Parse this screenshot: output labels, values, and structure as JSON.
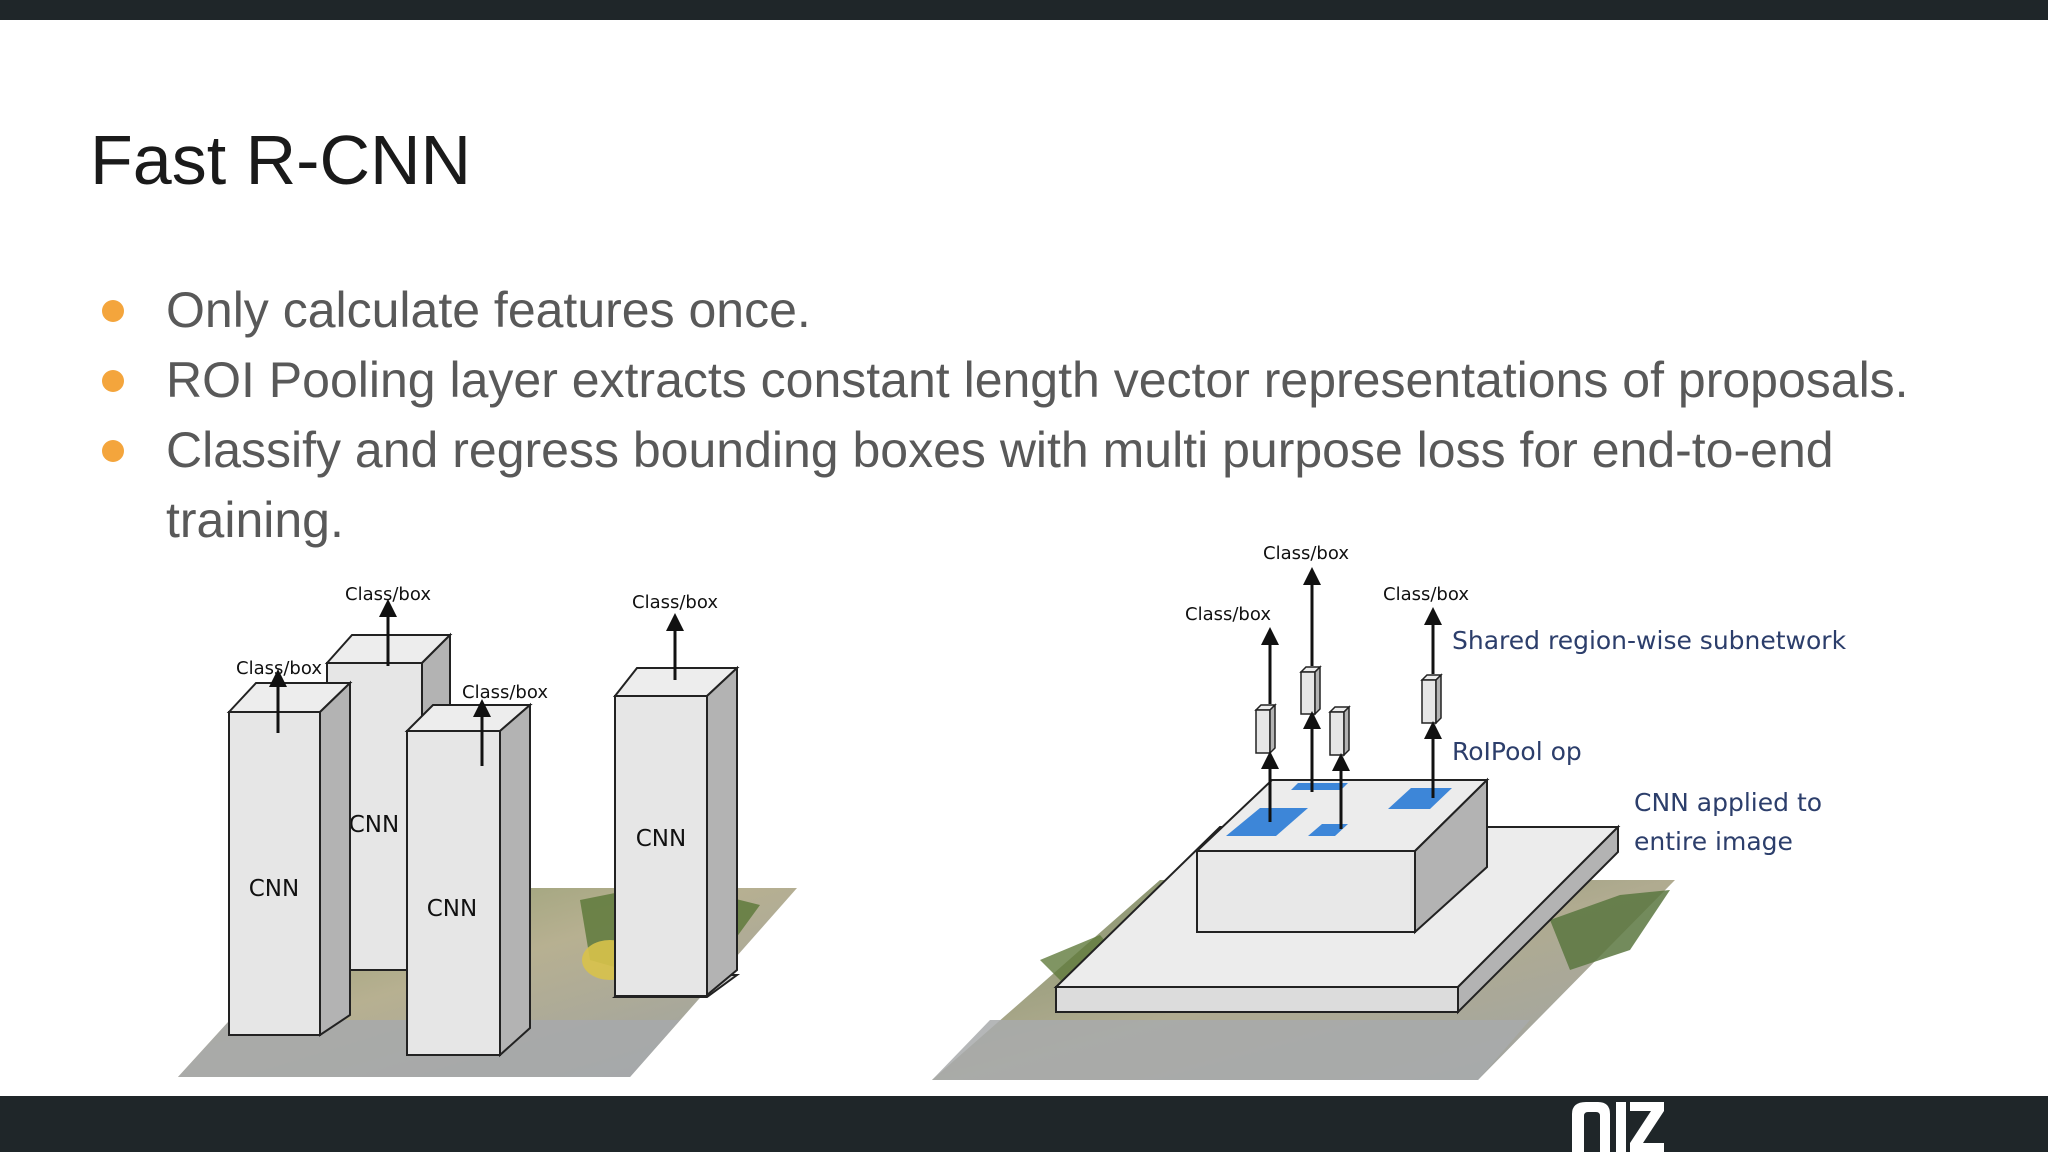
{
  "slide": {
    "title": "Fast R-CNN",
    "bullets": [
      "Only calculate features once.",
      "ROI Pooling layer extracts constant length vector representations of proposals.",
      "Classify and regress bounding boxes with multi purpose loss for end-to-end training."
    ]
  },
  "left_figure": {
    "cnn_labels": [
      "CNN",
      "CNN",
      "CNN",
      "CNN"
    ],
    "output_labels": [
      "Class/box",
      "Class/box",
      "Class/box",
      "Class/box"
    ]
  },
  "right_figure": {
    "output_labels": [
      "Class/box",
      "Class/box",
      "Class/box"
    ],
    "subnetwork_label": "Shared region-wise subnetwork",
    "roipool_label": "RoIPool op",
    "cnn_label_line1": "CNN applied to",
    "cnn_label_line2": "entire image"
  },
  "colors": {
    "bar": "#1f2629",
    "bullet": "#f4a53c",
    "roi_blue": "#3d86d8",
    "annotation_text": "#2c3e6b"
  },
  "icons": {
    "logo": "brand-logo-icon"
  }
}
